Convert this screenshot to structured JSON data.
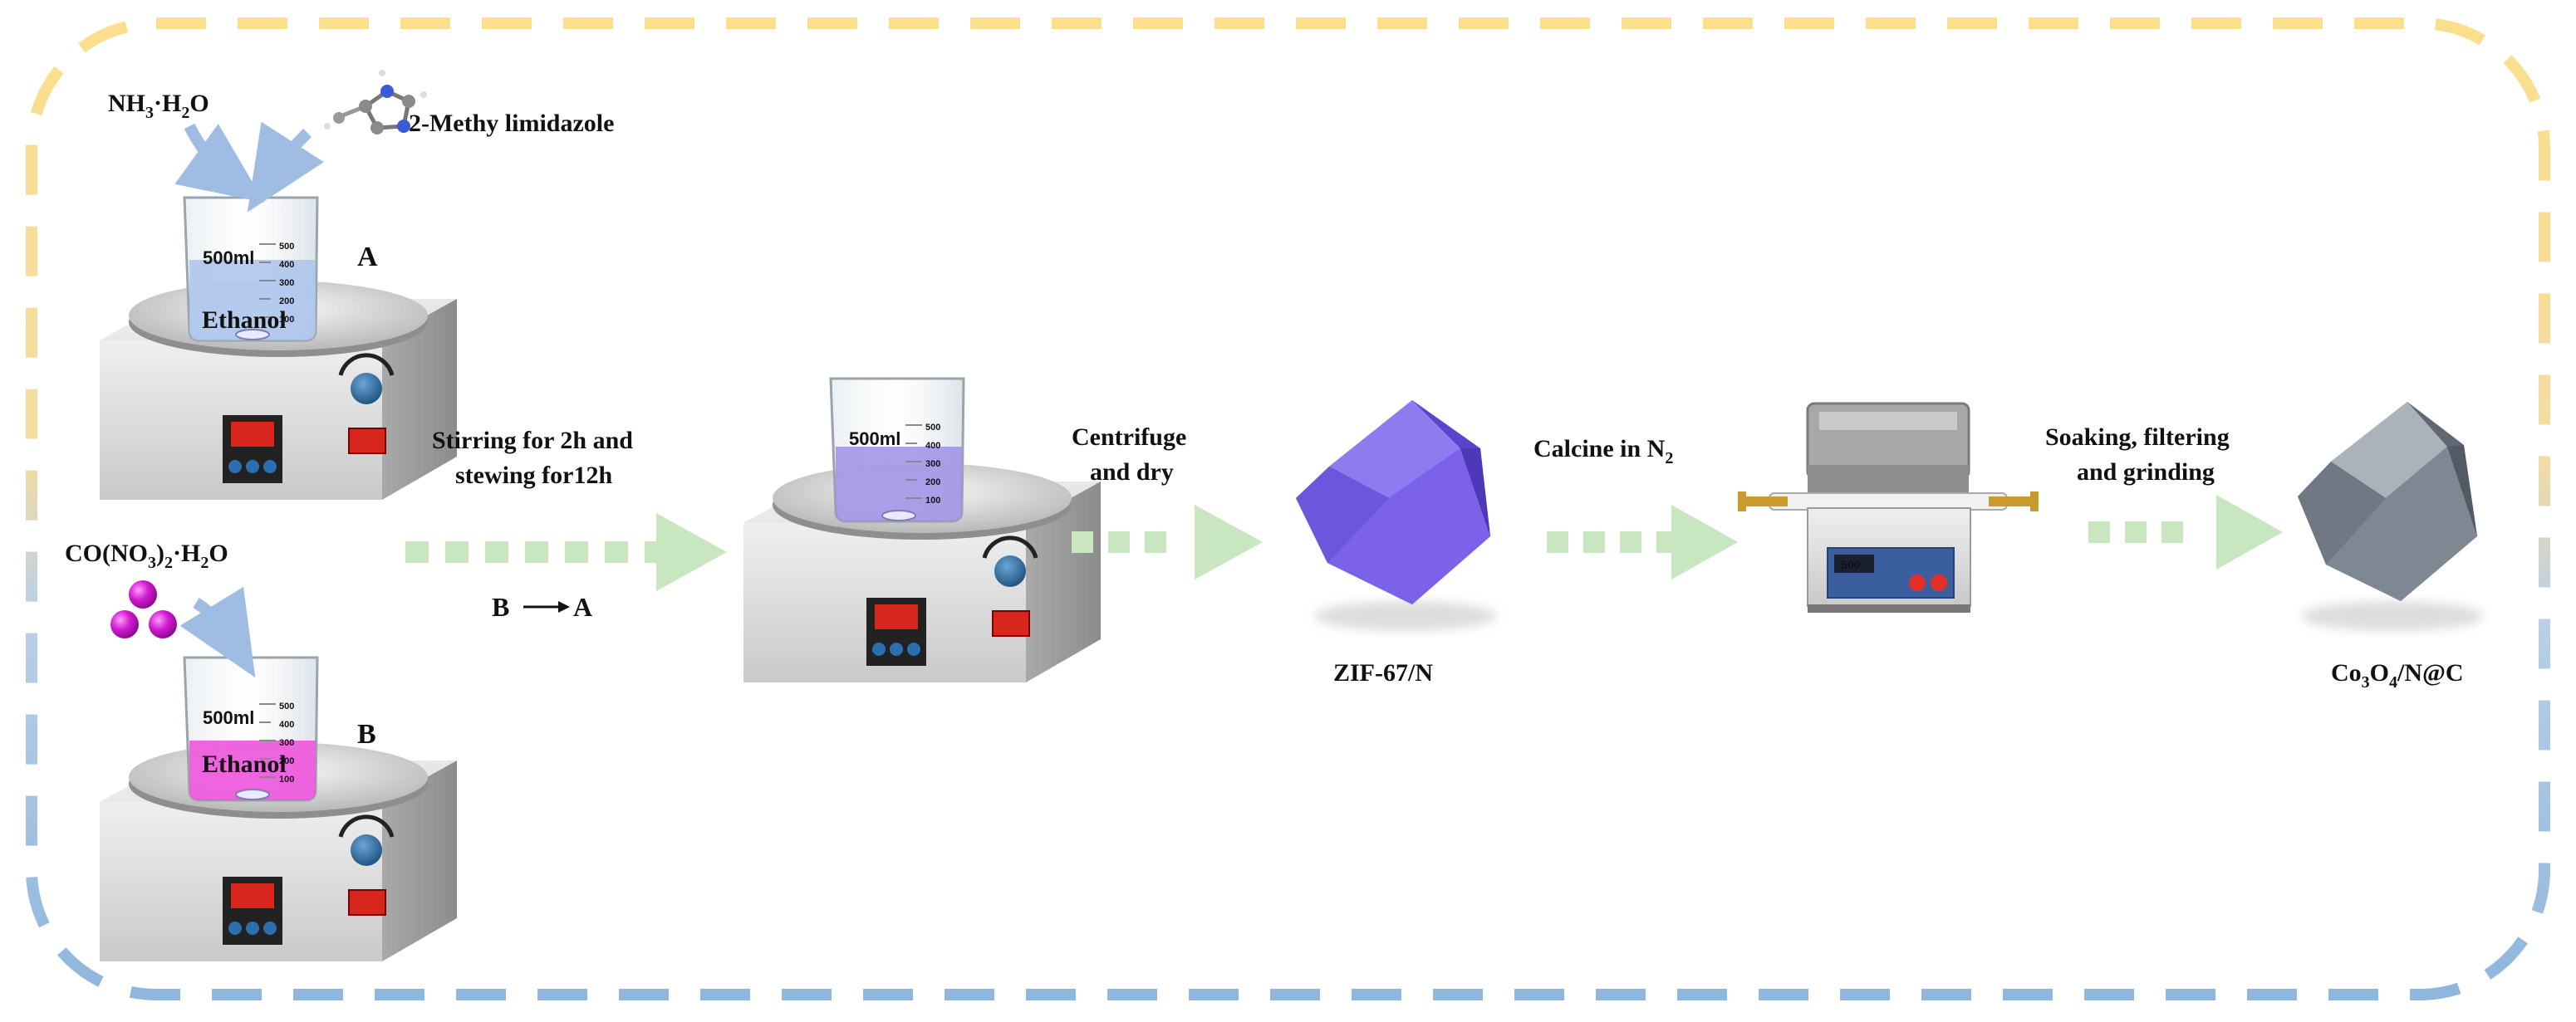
{
  "reagents": {
    "nh3": {
      "main": "NH",
      "sub": "3",
      "tail": "·H",
      "sub2": "2",
      "tail2": "O"
    },
    "methylimidazole": "2-Methy limidazole",
    "cobalt": {
      "a": "CO(NO",
      "sub1": "3",
      "b": ")",
      "sub2": "2",
      "c": "·H",
      "sub3": "2",
      "d": "O"
    }
  },
  "beakers": {
    "volume_label": "500ml",
    "scale_ticks": [
      "500",
      "400",
      "300",
      "200",
      "100"
    ],
    "solvent_label": "Ethanol",
    "label_a": "A",
    "label_b": "B"
  },
  "steps": {
    "stir": {
      "line1": "Stirring for 2h and",
      "line2": "stewing for12h"
    },
    "mix": {
      "from": "B",
      "to": "A"
    },
    "centrifuge": {
      "line1": "Centrifuge",
      "line2": "and dry"
    },
    "calcine": {
      "main": "Calcine in N",
      "sub": "2"
    },
    "soak": {
      "line1": "Soaking, filtering",
      "line2": "and grinding"
    }
  },
  "products": {
    "zif": "ZIF-67/N",
    "final": {
      "a": "Co",
      "sub1": "3",
      "b": "O",
      "sub2": "4",
      "c": "/N@C"
    }
  },
  "furnace_display": "500",
  "colors": {
    "border_top": "#fbdf8c",
    "border_bottom": "#8fb6dd",
    "arrow": "#c8e6c0",
    "solution_a": "#a9c3ec",
    "solution_b": "#ee55dd",
    "solution_mix": "#9f8fe6",
    "zif_crystal": "#7b62e8",
    "final_crystal": "#7e8893",
    "cobalt_sphere": "#d11ad1"
  }
}
